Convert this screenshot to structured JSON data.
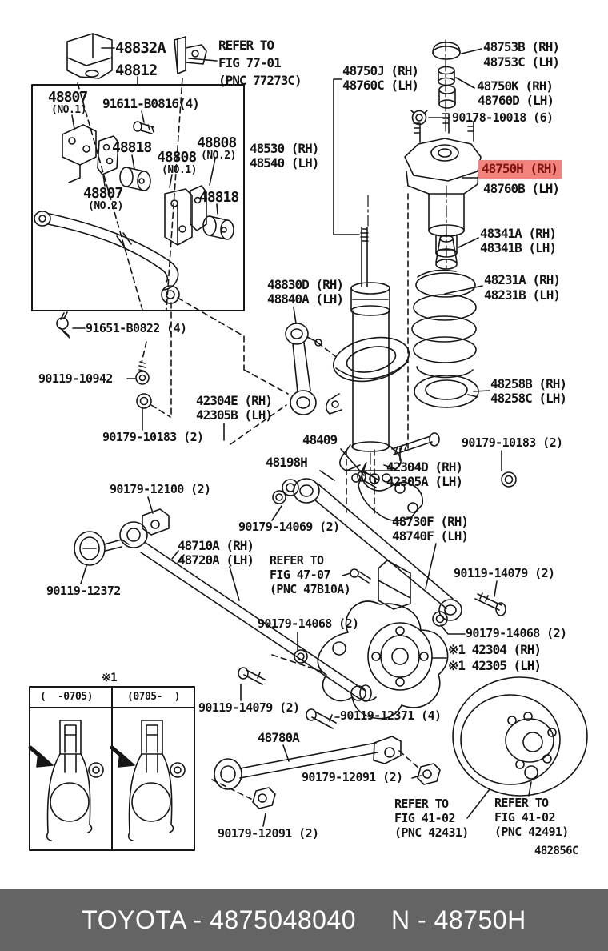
{
  "diagram": {
    "code": "482856C",
    "highlight": {
      "bg_color": "#f4837d",
      "text_color": "#7c1512"
    },
    "line_color": "#161616"
  },
  "labels": {
    "p48832a": "48832A",
    "p48812": "48812",
    "ref7701": [
      "REFER TO",
      "FIG 77-01",
      "(PNC 77273C)"
    ],
    "p48807no1": [
      "48807",
      "(NO.1)"
    ],
    "p91611": "91611-B0816(4)",
    "p48818a": "48818",
    "p48808no2": [
      "48808",
      "(NO.2)"
    ],
    "p48808no1": [
      "48808",
      "(NO.1)"
    ],
    "p48807no2": [
      "48807",
      "(NO.2)"
    ],
    "p48818b": "48818",
    "p48530": [
      "48530 (RH)",
      "48540 (LH)"
    ],
    "p48753": [
      "48753B (RH)",
      "48753C (LH)"
    ],
    "p48750j": [
      "48750J (RH)",
      "48760C (LH)"
    ],
    "p48750k": [
      "48750K (RH)",
      "48760D (LH)"
    ],
    "p90178": "90178-10018 (6)",
    "p48750h": "48750H (RH)",
    "p48760b": "48760B (LH)",
    "p48341": [
      "48341A (RH)",
      "48341B (LH)"
    ],
    "p48231": [
      "48231A (RH)",
      "48231B (LH)"
    ],
    "p48830d": [
      "48830D (RH)",
      "48840A (LH)"
    ],
    "p48258": [
      "48258B (RH)",
      "48258C (LH)"
    ],
    "p91651": "91651-B0822 (4)",
    "p10942": "90119-10942",
    "p10183L": "90179-10183 (2)",
    "p42304e": [
      "42304E (RH)",
      "42305B (LH)"
    ],
    "p48409": "48409",
    "p48198h": "48198H",
    "p42304d": [
      "42304D (RH)",
      "42305A (LH)"
    ],
    "p10183R": "90179-10183 (2)",
    "p12100": "90179-12100 (2)",
    "p14069": "90179-14069 (2)",
    "p48730f": [
      "48730F (RH)",
      "48740F (LH)"
    ],
    "p48710a": [
      "48710A (RH)",
      "48720A (LH)"
    ],
    "ref4707": [
      "REFER TO",
      "FIG 47-07",
      "(PNC 47B10A)"
    ],
    "p12372": "90119-12372",
    "p14068L": "90179-14068 (2)",
    "p14068R": "90179-14068 (2)",
    "p14079R": "90119-14079 (2)",
    "p42304s": [
      "※1 42304 (RH)",
      "※1 42305 (LH)"
    ],
    "p14079B": "90119-14079 (2)",
    "p12371": "90119-12371 (4)",
    "p48780a": "48780A",
    "p12091M": "90179-12091 (2)",
    "p12091B": "90179-12091 (2)",
    "ref4102L": [
      "REFER TO",
      "FIG 41-02",
      "(PNC 42431)"
    ],
    "ref4102R": [
      "REFER TO",
      "FIG 41-02",
      "(PNC 42491)"
    ],
    "code": "482856C"
  },
  "inset": {
    "marker": "※1",
    "col_left": "(  -0705)",
    "col_right": "(0705-  )"
  },
  "footer": {
    "left": "TOYOTA - 4875048040",
    "right": "N - 48750H"
  }
}
